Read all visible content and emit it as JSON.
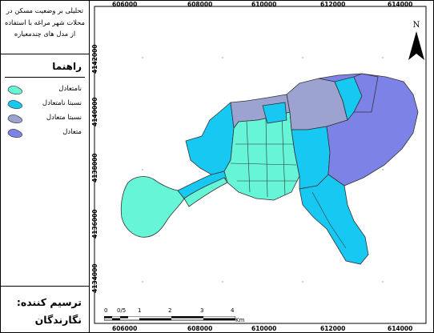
{
  "title": "تحلیلی بر وضعیت مسکن در محلات شهر مراغه با استفاده از مدل های چندمعیاره",
  "title_lines": [
    "تحلیلی بر وضعیت مسکن در",
    "محلات شهر مراغه با استفاده",
    "از مدل های چندمعیاره"
  ],
  "legend": {
    "heading": "راهنما",
    "items": [
      {
        "label": "نامتعادل",
        "color": "#66f5d6"
      },
      {
        "label": "نسبتا نامتعادل",
        "color": "#17c8f2"
      },
      {
        "label": "نسبتا متعادل",
        "color": "#9da3d1"
      },
      {
        "label": "متعادل",
        "color": "#7d83e6"
      }
    ]
  },
  "credits": {
    "line1": "ترسیم کننده:",
    "line2": "نگارندگان"
  },
  "axes": {
    "x_ticks": [
      "606000",
      "608000",
      "610000",
      "612000",
      "614000"
    ],
    "y_ticks": [
      "4142000",
      "4140000",
      "4138000",
      "4136000",
      "4134000"
    ]
  },
  "north_label": "N",
  "scale_bar": {
    "labels": [
      "0",
      "0/5",
      "1",
      "2",
      "3",
      "4"
    ],
    "unit": "Km"
  },
  "map": {
    "region_classes": [
      {
        "name": "west-lobe",
        "class": "نامتعادل"
      },
      {
        "name": "central-core",
        "class": "نامتعادل"
      },
      {
        "name": "north-strip",
        "class": "نسبتا متعادل"
      },
      {
        "name": "northeast-block",
        "class": "نسبتا متعادل"
      },
      {
        "name": "east-lobe",
        "class": "متعادل"
      },
      {
        "name": "west-arm",
        "class": "نسبتا نامتعادل"
      },
      {
        "name": "east-center",
        "class": "نسبتا نامتعادل"
      },
      {
        "name": "south-tail",
        "class": "نسبتا نامتعادل"
      }
    ]
  }
}
